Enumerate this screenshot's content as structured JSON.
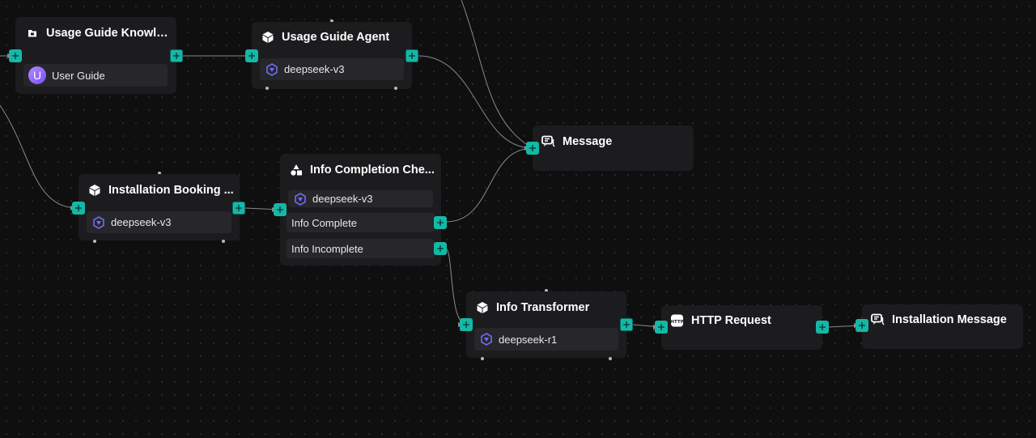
{
  "nodes": {
    "usage_guide_knowledge": {
      "title": "Usage Guide Knowle...",
      "row": "User Guide",
      "avatar_letter": "U",
      "icon": "folder-icon"
    },
    "usage_guide_agent": {
      "title": "Usage Guide Agent",
      "model": "deepseek-v3",
      "icon": "cube-icon"
    },
    "message": {
      "title": "Message",
      "icon": "chat-icon"
    },
    "installation_booking": {
      "title": "Installation Booking ...",
      "model": "deepseek-v3",
      "icon": "cube-icon"
    },
    "info_completion_check": {
      "title": "Info Completion Che...",
      "model": "deepseek-v3",
      "branch_complete": "Info Complete",
      "branch_incomplete": "Info Incomplete",
      "icon": "shapes-icon"
    },
    "info_transformer": {
      "title": "Info Transformer",
      "model": "deepseek-r1",
      "icon": "cube-icon"
    },
    "http_request": {
      "title": "HTTP Request",
      "icon": "http-icon"
    },
    "installation_message": {
      "title": "Installation Message",
      "icon": "chat-icon"
    }
  },
  "colors": {
    "canvas": "#0f0f10",
    "node": "#1c1c1f",
    "row": "#27272b",
    "port": "#14b8a6",
    "wire": "#8a8a90",
    "model_icon": "#6f6cf0"
  }
}
